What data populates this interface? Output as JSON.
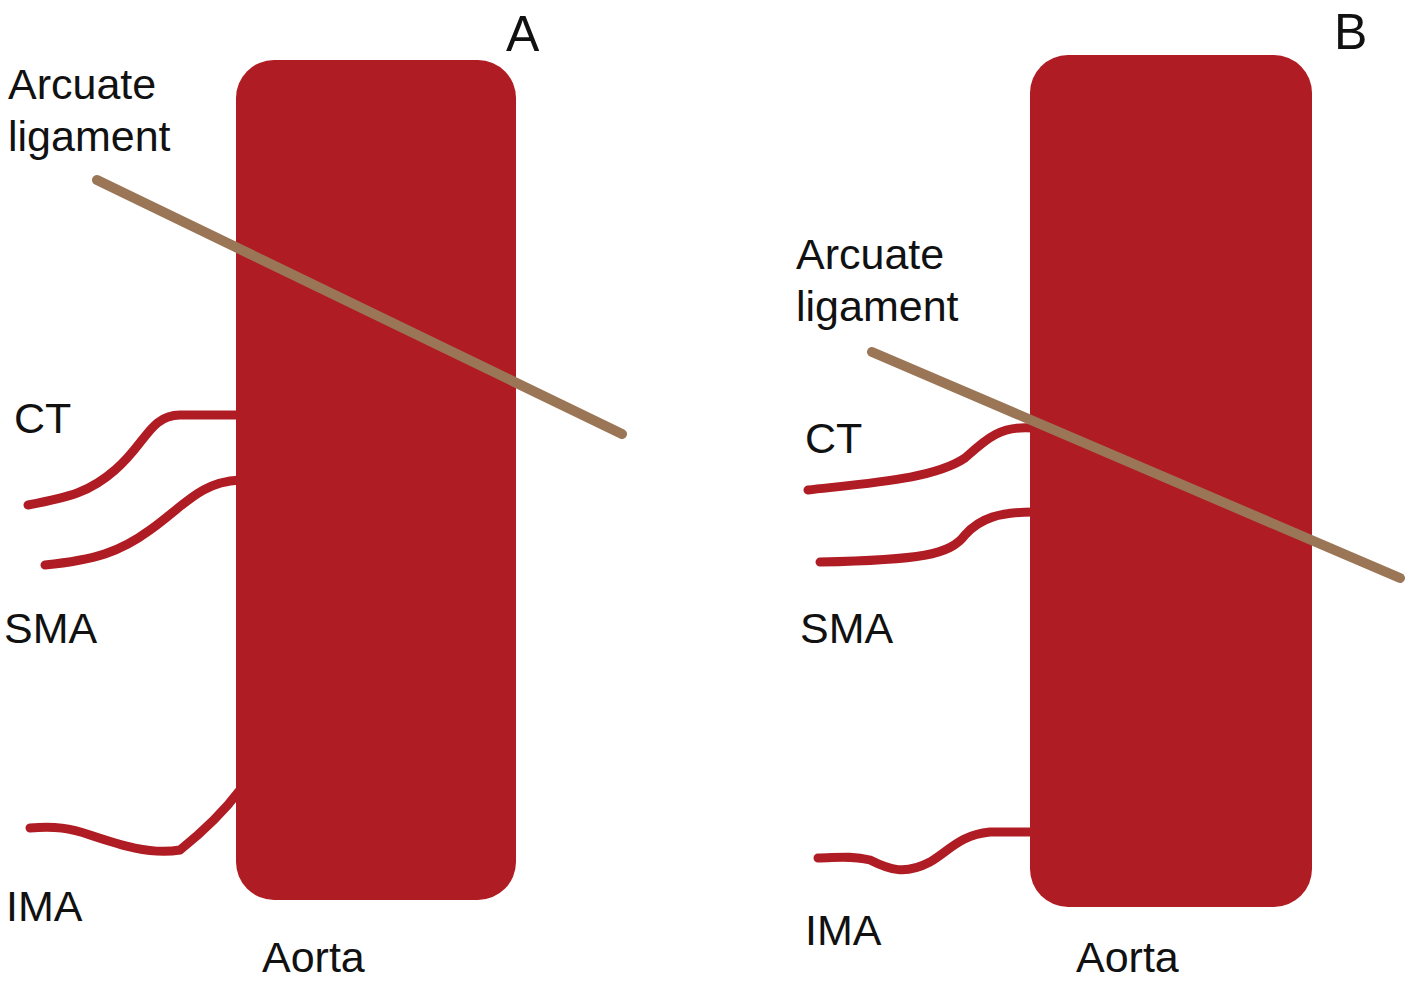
{
  "diagram": {
    "labels": [
      "A",
      "Arcuate ligament",
      "CT",
      "SMA",
      "IMA",
      "Aorta",
      "B",
      "Arcuate ligament",
      "CT",
      "SMA",
      "IMA",
      "Aorta"
    ]
  }
}
